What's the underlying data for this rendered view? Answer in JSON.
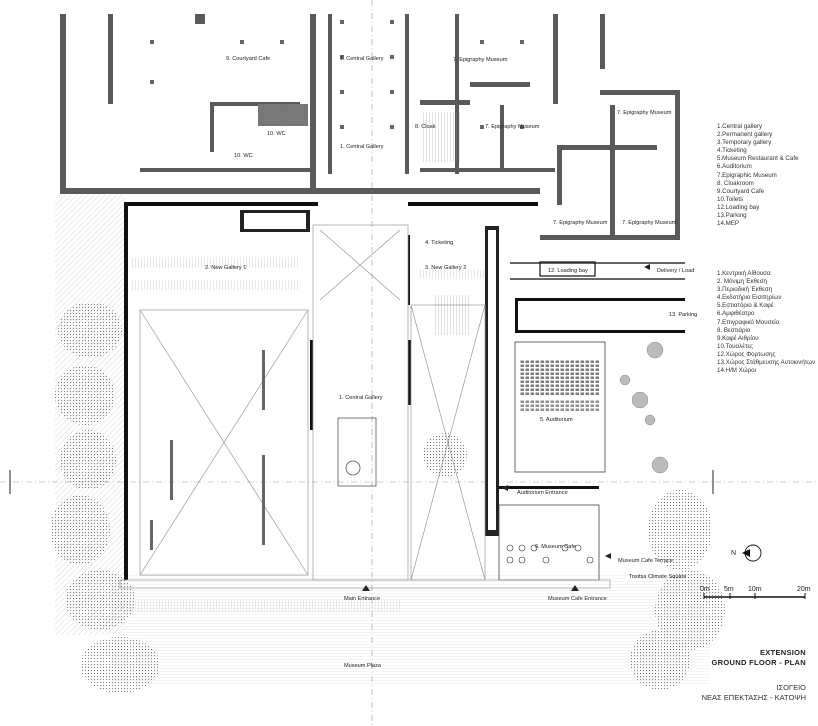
{
  "labels": {
    "courtyard_cafe": "9. Courtyard Cafe",
    "central_gallery_1": "1. Central Gallery",
    "epigraphy_museum_1": "7. Epigraphy Museum",
    "epigraphy_museum_2": "7. Epigraphy Museum",
    "epigraphy_museum_3": "7. Epigraphy Museum",
    "epigraphy_museum_4": "7. Epigraphy Museum",
    "epigraphy_museum_5": "7. Epigraphy Museum",
    "wc_10": "10. WC",
    "cloak": "8. Cloak",
    "central_gallery_2": "1. Central Gallery",
    "wc_left": "10. WC",
    "ticketing": "4. Ticketing",
    "new_gallery_1": "2. New Gallery 1",
    "new_gallery_2": "3. New Gallery 2",
    "loading_bay": "12. Loading bay",
    "delivery": "Delivery / Load",
    "parking": "13. Parking",
    "central_gallery_3": "1. Central Gallery",
    "auditorium": "5. Auditorium",
    "auditorium_entrance": "Auditorium Entrance",
    "museum_cafe": "6. Museum Cafe",
    "museum_cafe_terrace": "Museum Cafe Terrace",
    "tositsa_square": "Tositsa Climate Square",
    "main_entrance": "Main Entrance",
    "museum_cafe_entrance": "Museum Cafe Entrance",
    "museum_plaza": "Museum Plaza"
  },
  "legend_en": [
    "1.Central gallery",
    "2.Permanent gallery",
    "3.Temporary gallery",
    "4.Ticketing",
    "5.Museum Restaurant & Cafe",
    "6.Auditorium",
    "7.Epigraphic Museum",
    "8. Cloakroom",
    "9.Courtyard Cafe",
    "10.Toilets",
    "12.Loading bay",
    "13.Parking",
    "14.MEP"
  ],
  "legend_gr": [
    "1.Κεντρική Αίθουσα",
    "2. Μόνιμη Έκθεση",
    "3.Περιοδική Έκθεση",
    "4.Εκδοτήριο Εισιτηρίων",
    "5.Εστιατόριο & Καφέ",
    "6.Αμφιθέατρο",
    "7.Επιγραφικό Μουσείο",
    "8. Βεστιάριο",
    "9.Καφέ Αιθρίου",
    "10.Τουαλέτες",
    "12.Χώρος Φορτωσης",
    "13.Χώρος Στάθμευσης Αυτοκινήτων",
    "14.Η/Μ Χώροι"
  ],
  "north": "N",
  "scale": [
    "0m",
    "5m",
    "10m",
    "20m"
  ],
  "title_en": [
    "EXTENSION",
    "GROUND FLOOR - PLAN"
  ],
  "title_gr": [
    "ΙΣΟΓΕΙΟ",
    "ΝΕΑΣ ΕΠΕΚΤΑΣΗΣ - ΚΑΤΟΨΗ"
  ],
  "colors": {
    "wall": "#555555",
    "wall_dark": "#111111",
    "line": "#999999",
    "tree": "#6f6f6f"
  }
}
